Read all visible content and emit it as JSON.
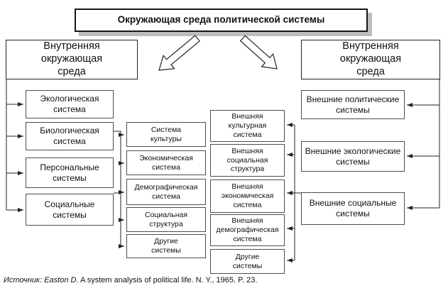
{
  "title": "Окружающая среда политической системы",
  "headers": {
    "left": "Внутренняя\nокружающая\nсреда",
    "right": "Внутренняя\nокружающая\nсреда"
  },
  "boxes": {
    "inner_left": [
      "Экологическая\nсистема",
      "Биологическая\nсистема",
      "Персональные\nсистемы",
      "Социальные\nсистемы"
    ],
    "mid_left": [
      "Система\nкультуры",
      "Экономическая\nсистема",
      "Демографическая\nсистема",
      "Социальная\nструктура",
      "Другие\nсистемы"
    ],
    "mid_right": [
      "Внешняя\nкультурная\nсистема",
      "Внешняя\nсоциальная\nструктура",
      "Внешняя\nэкономическая\nсистема",
      "Внешняя\nдемографическая\nсистема",
      "Другие\nсистемы"
    ],
    "outer_right": [
      "Внешние политические\nсистемы",
      "Внешние экологические\nсистемы",
      "Внешние социальные\nсистемы"
    ]
  },
  "caption": {
    "source_italic": "Источник: Easton D.",
    "source_rest": " A system analysis of political life. N. Y., 1965. P. 23."
  },
  "colors": {
    "shadow": "#bdbdbd",
    "box_border": "#4d4d4d",
    "line": "#222222"
  }
}
